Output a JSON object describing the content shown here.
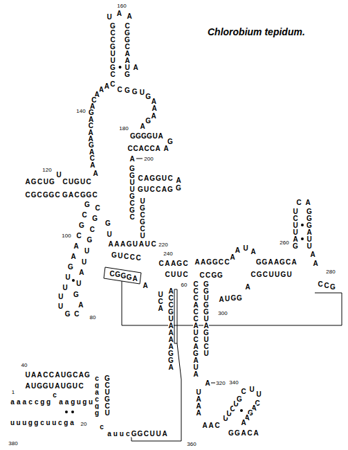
{
  "diagram": {
    "title": "Chlorobium tepidum.",
    "labels": [
      "160",
      "UAA",
      "GCCGUUGC",
      "CGGCAAUG",
      "A",
      "CAAACAGACAAGACA",
      "140",
      "CGGUGAAAGA",
      "180",
      "GGGGUA",
      "GA",
      "CCACCA",
      "A",
      "200",
      "GGUUGCGC",
      "CAGGUC",
      "AG",
      "GUCCAG",
      "UGCGCU",
      "GU",
      "AAAGUAUC",
      "220",
      "120",
      "AGCUG",
      "U",
      "CUGUC",
      "A",
      "CGCGGC",
      "GACGGC",
      "100",
      "GCGCAAGUU",
      "CGCGUUAUG",
      "UUGCA",
      "80",
      "GUCCC",
      "CGGGA",
      "A",
      "UCA",
      "240",
      "CAAGC",
      "CUUC",
      "60",
      "ACCGUAAAAGGA",
      "AAGGCC",
      "AAUA",
      "GGAAGCA",
      "260",
      "CA",
      "UCUUAG",
      "GGGAUU",
      "AA",
      "280",
      "CCG",
      "CGCUUGU",
      "CCGG",
      "A",
      "AUGG",
      "300",
      "CCCACCAUCAGAUA",
      "GGUGGUAGUCU",
      "A",
      "320",
      "UAAA",
      "AAC",
      "340",
      "UUCUG",
      "CUU",
      "CAGAA",
      "GGACA",
      "40",
      "UAACCAUGCAG",
      "AUGGUAUGUC",
      "cgacgg",
      "GCUGCU",
      "1",
      "aaaccgg",
      "c",
      "aagugu",
      "uuuggcuucga",
      "20",
      "380",
      "c",
      "auucGGCUUA",
      "360"
    ]
  }
}
